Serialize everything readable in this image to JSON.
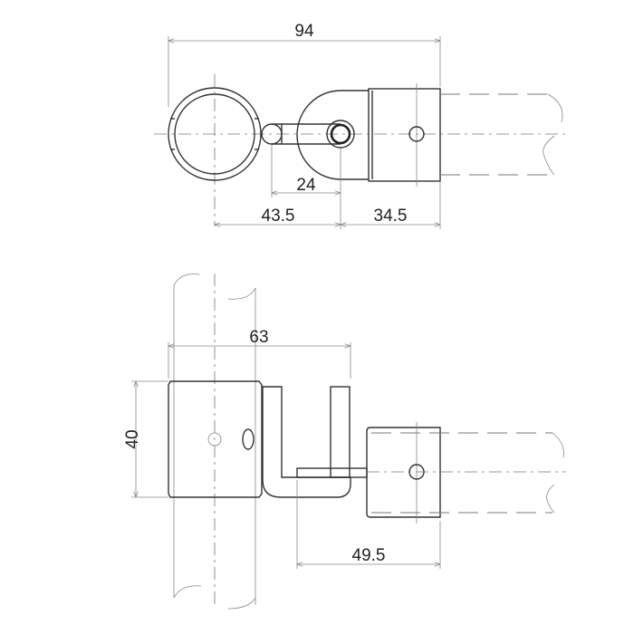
{
  "top_view": {
    "dim_overall": "94",
    "dim_pin_offset": "24",
    "dim_left": "43.5",
    "dim_right": "34.5"
  },
  "side_view": {
    "dim_width": "63",
    "dim_height": "40",
    "dim_reach": "49.5"
  }
}
